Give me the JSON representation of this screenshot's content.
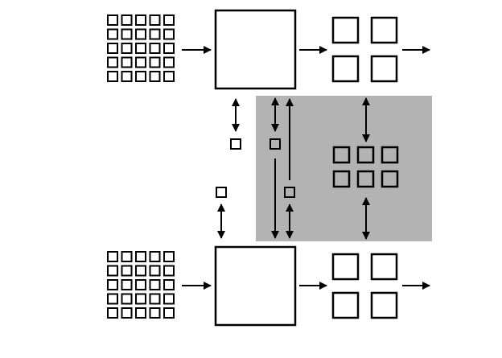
{
  "diagram": {
    "colors": {
      "stroke": "#000000",
      "background": "#ffffff",
      "shaded_region": "#b3b3b3"
    },
    "top_row": {
      "input_grid": {
        "rows": 5,
        "cols": 5
      },
      "output_grid": {
        "rows": 2,
        "cols": 2
      }
    },
    "bottom_row": {
      "input_grid": {
        "rows": 5,
        "cols": 5
      },
      "output_grid": {
        "rows": 2,
        "cols": 2
      }
    },
    "middle": {
      "shared_grid": {
        "rows": 2,
        "cols": 3
      }
    }
  }
}
